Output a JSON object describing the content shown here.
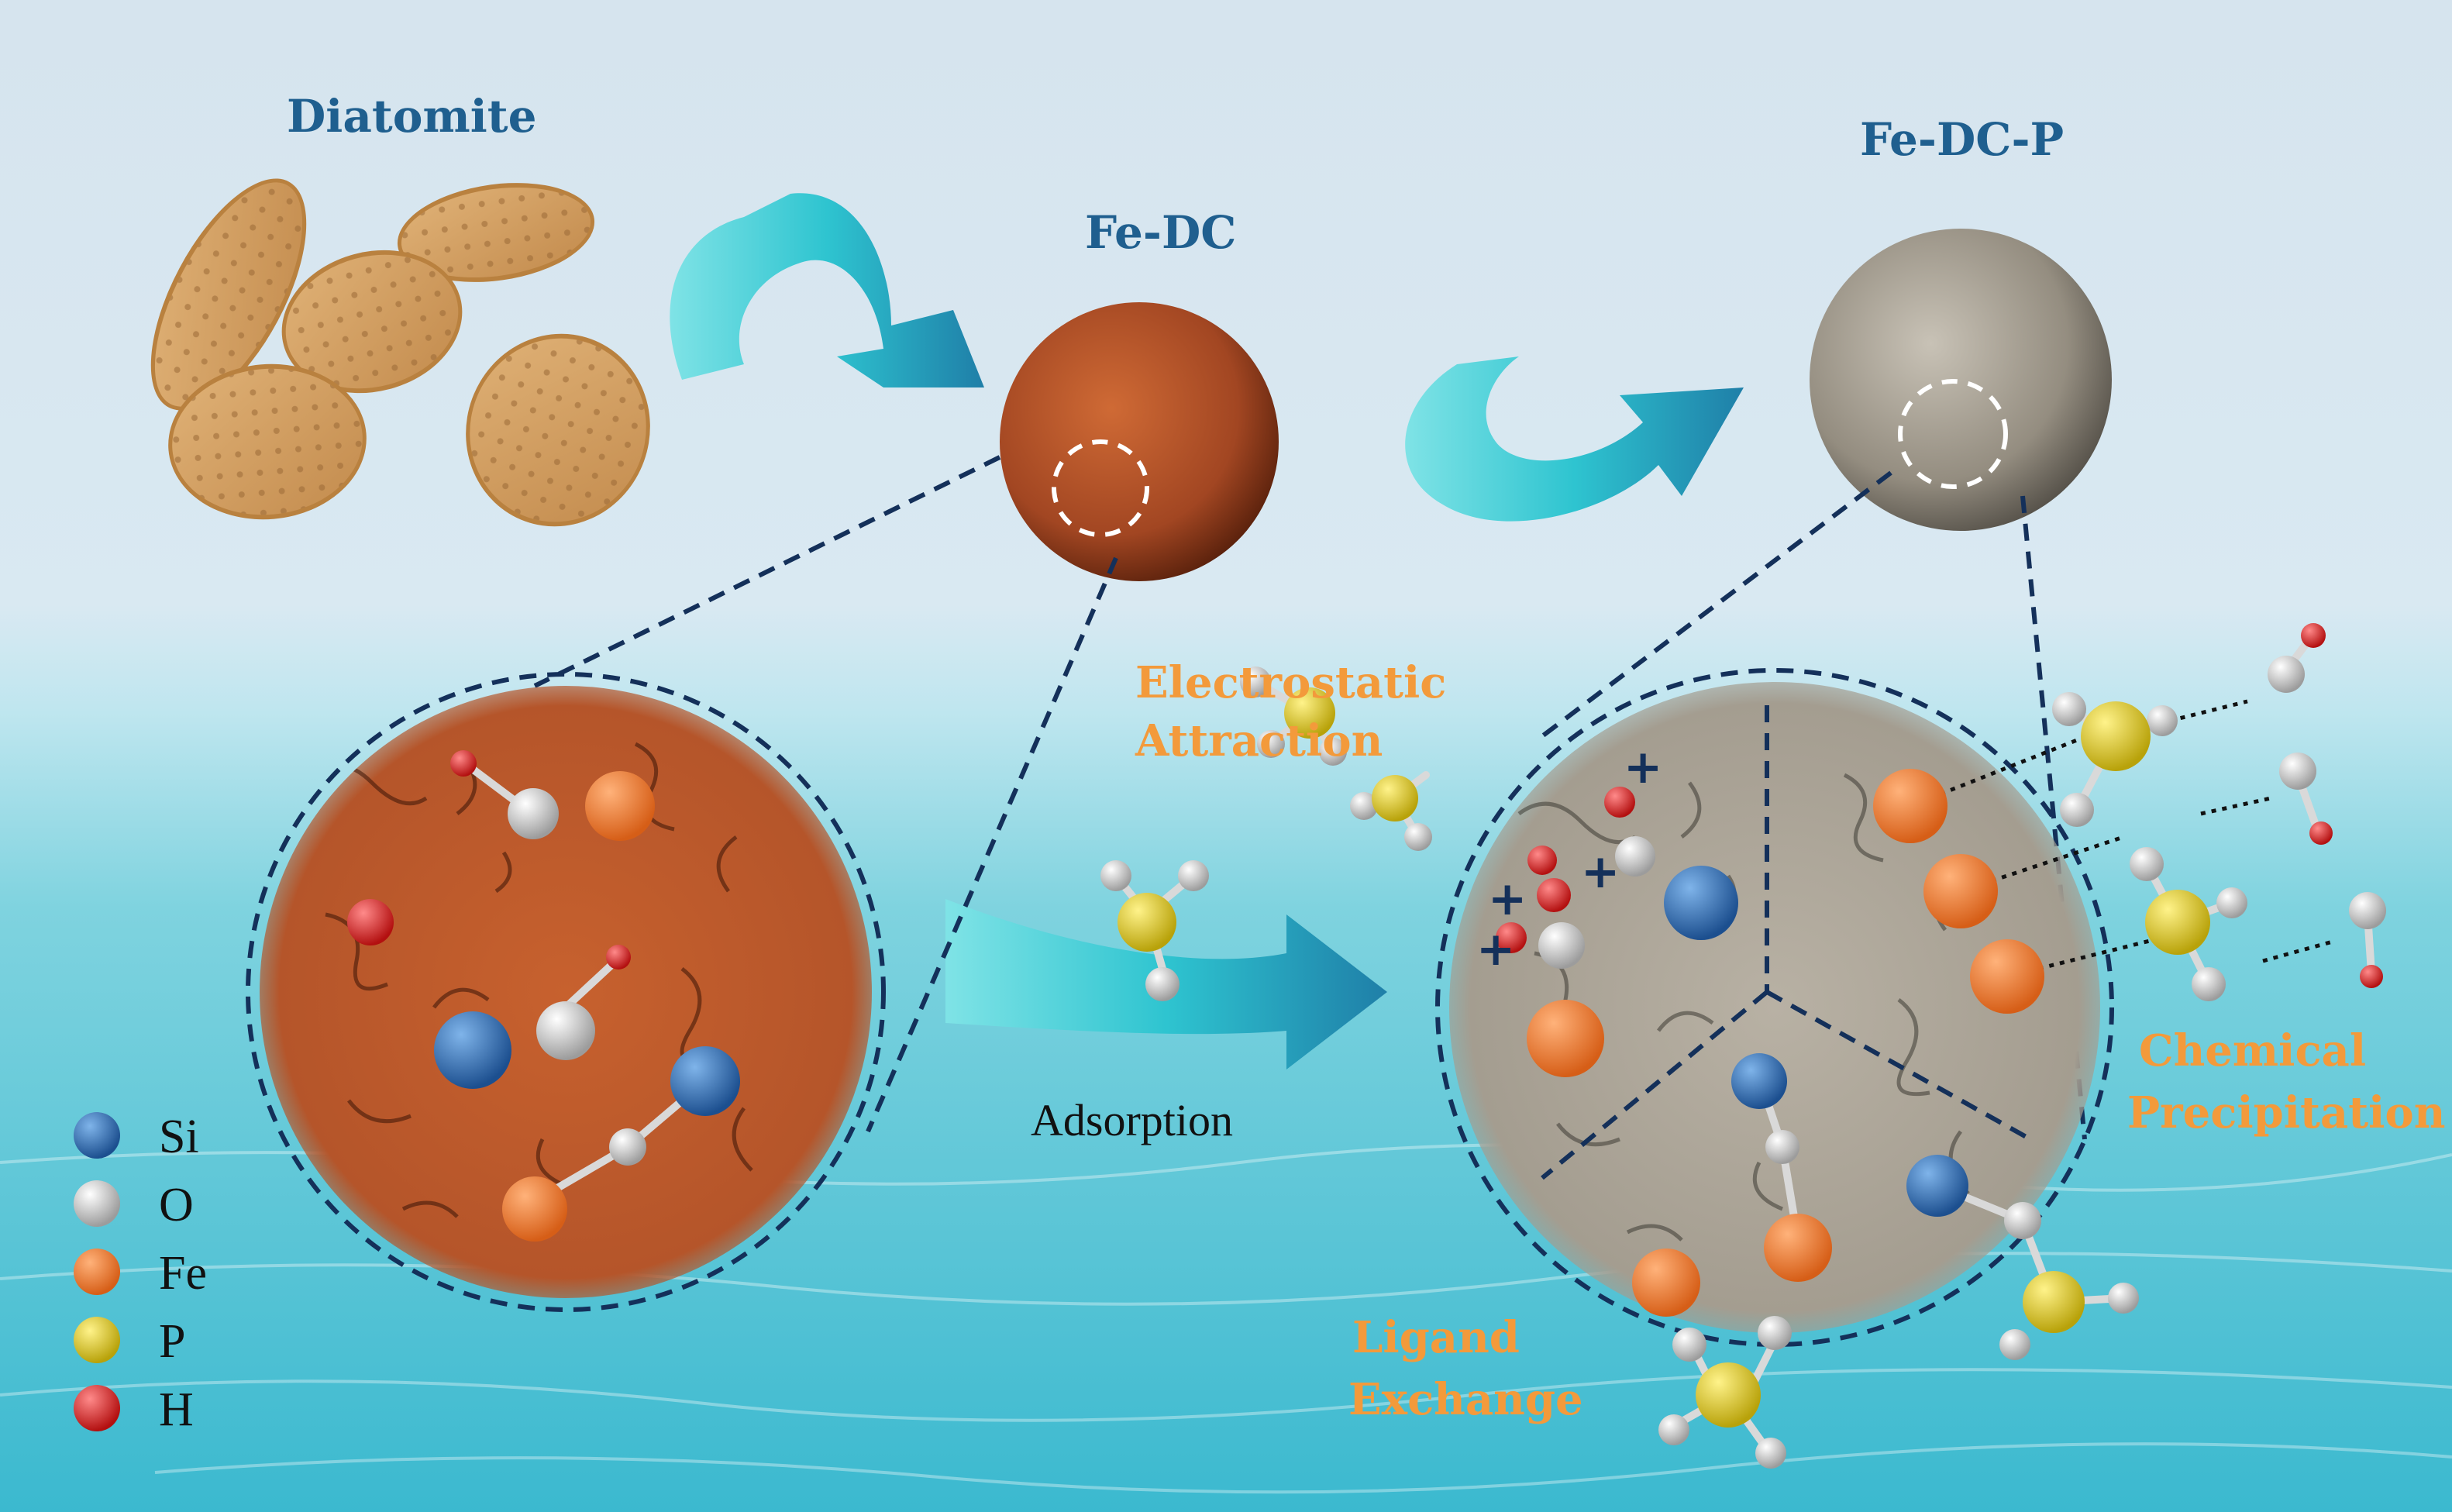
{
  "labels": {
    "diatomite": "Diatomite",
    "fe_dc": "Fe-DC",
    "fe_dc_p": "Fe-DC-P",
    "electrostatic_1": "Electrostatic",
    "electrostatic_2": "Attraction",
    "adsorption": "Adsorption",
    "chemical_1": "Chemical",
    "chemical_2": "Precipitation",
    "ligand_1": "Ligand",
    "ligand_2": "Exchange"
  },
  "legend": [
    {
      "symbol": "Si",
      "color": "#2a6fb8"
    },
    {
      "symbol": "O",
      "color": "#e8e8e8"
    },
    {
      "symbol": "Fe",
      "color": "#f07a2a"
    },
    {
      "symbol": "P",
      "color": "#e6d21a"
    },
    {
      "symbol": "H",
      "color": "#e02424"
    }
  ],
  "charges": [
    "+",
    "+",
    "+",
    "+"
  ],
  "colors": {
    "sky_top": "#dbe8f1",
    "sea": "#4cc6d6",
    "arrow_teal": "#2ec4d0",
    "arrow_deep": "#1f7fa8",
    "fe_dc_surface": "#b5562a",
    "fe_dc_p_surface": "#a9a295",
    "dash": "#14305a",
    "label_blue": "#1f5f8f",
    "label_orange": "#f39a3b"
  }
}
